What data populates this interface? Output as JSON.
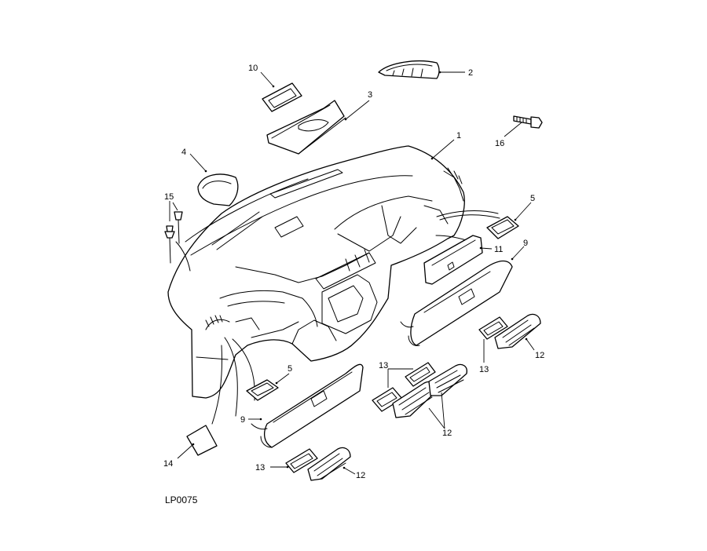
{
  "diagram": {
    "reference_code": "LP0075",
    "callouts": {
      "c1": "1",
      "c2": "2",
      "c3": "3",
      "c4": "4",
      "c5a": "5",
      "c5b": "5",
      "c9a": "9",
      "c9b": "9",
      "c10": "10",
      "c11": "11",
      "c12a": "12",
      "c12b": "12",
      "c12c": "12",
      "c13a": "13",
      "c13b": "13",
      "c13c": "13",
      "c14": "14",
      "c15": "15",
      "c16": "16"
    }
  }
}
